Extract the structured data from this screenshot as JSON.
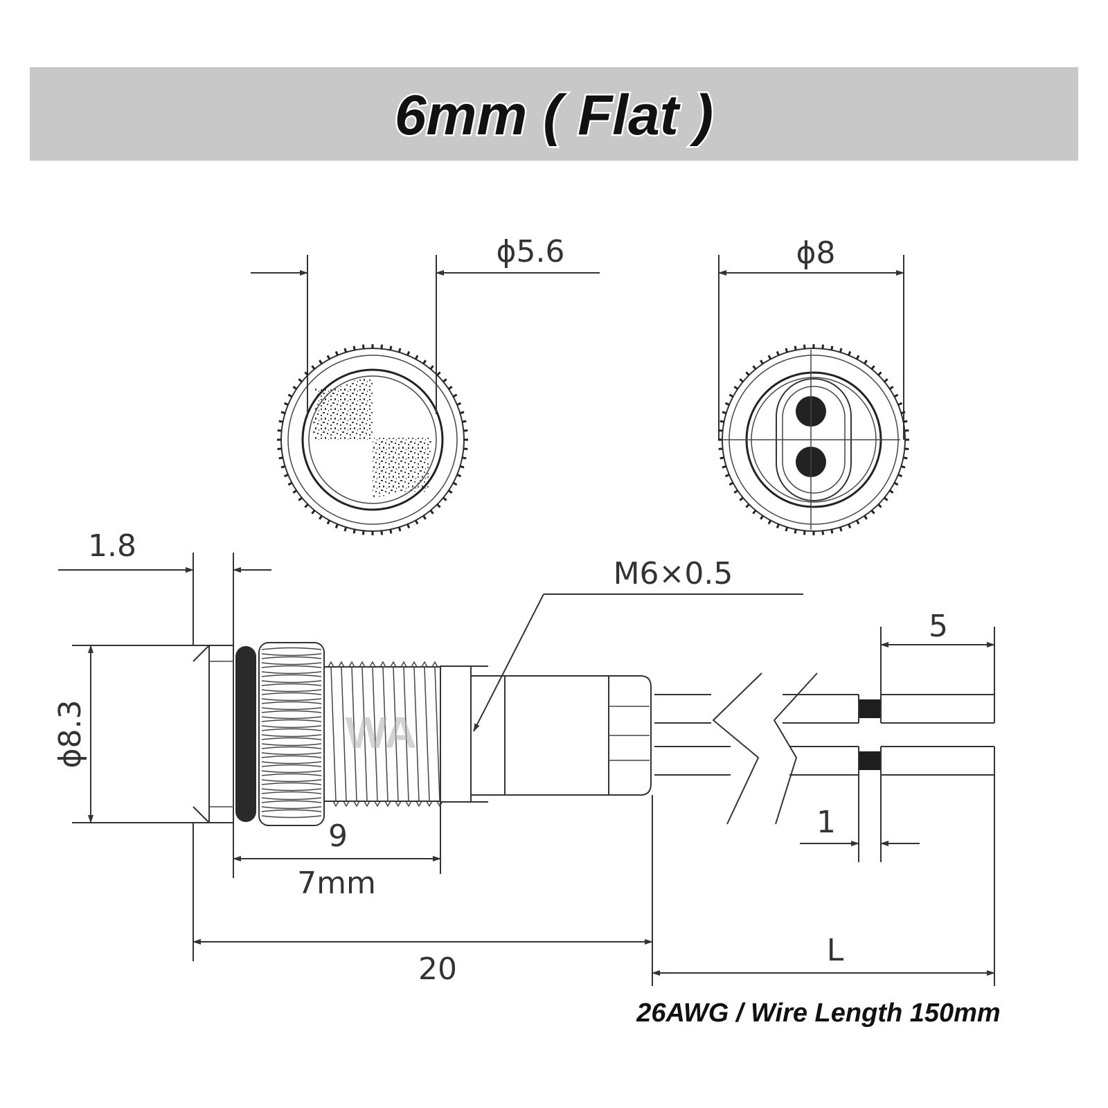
{
  "title": "6mm ( Flat )",
  "dimensions": {
    "front_inner_dia": "ϕ5.6",
    "back_outer_dia": "ϕ8",
    "head_thickness": "1.8",
    "thread": "M6×0.5",
    "strip_length": "5",
    "head_dia": "ϕ8.3",
    "knurl_length": "9",
    "thread_length": "7mm",
    "gap": "1",
    "body_length": "20",
    "wire_length_label": "L"
  },
  "note": "26AWG / Wire Length 150mm",
  "watermark": "WA",
  "colors": {
    "banner": "#c8c8c8",
    "line": "#333333",
    "background": "#ffffff"
  }
}
